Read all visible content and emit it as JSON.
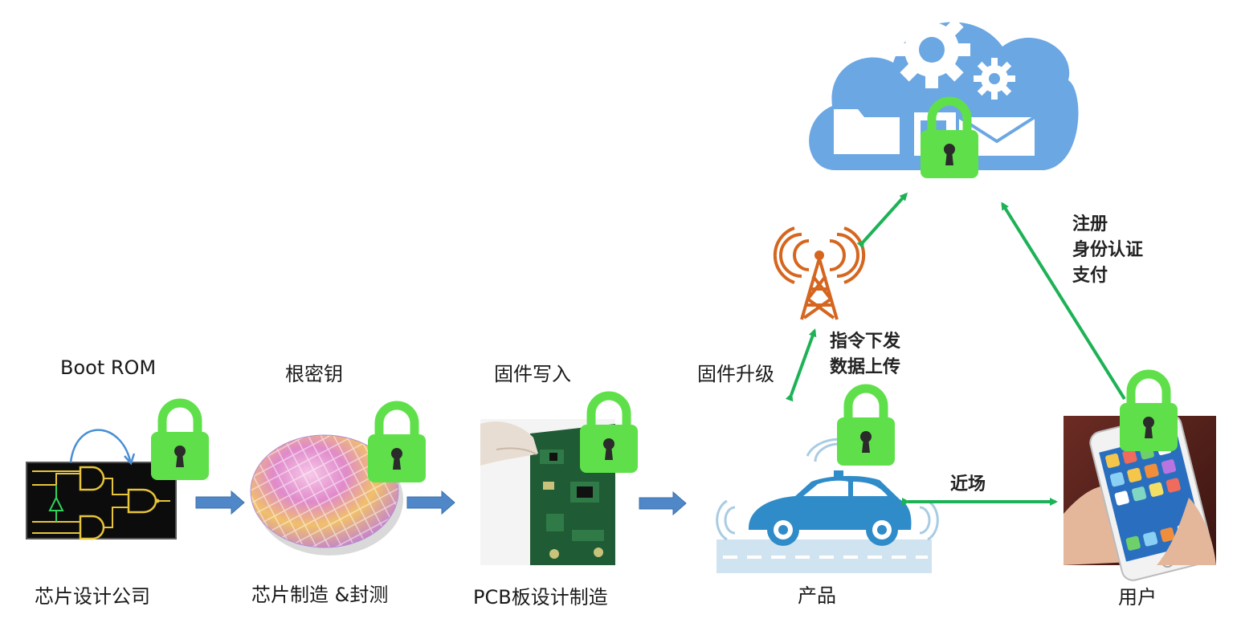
{
  "stages": {
    "chip_design": {
      "top_label": "Boot ROM",
      "bottom_label": "芯片设计公司"
    },
    "chip_fab": {
      "top_label": "根密钥",
      "bottom_label": "芯片制造 &封测"
    },
    "pcb": {
      "top_label": "固件写入",
      "bottom_label": "PCB板设计制造"
    },
    "product": {
      "top_label": "固件升级",
      "bottom_label": "产品"
    },
    "user": {
      "bottom_label": "用户"
    }
  },
  "annotations": {
    "tower_commands": "指令下发\n数据上传",
    "cloud_services": "注册\n身份认证\n支付",
    "near_field": "近场"
  },
  "colors": {
    "lock_green": "#5fe04a",
    "lock_dark": "#3a9d2b",
    "flow_arrow_blue": "#4f87c8",
    "link_arrow_green": "#1db256",
    "cloud_blue": "#6ba7e3",
    "tower_orange": "#d5661f",
    "car_blue": "#2f8cc9"
  }
}
